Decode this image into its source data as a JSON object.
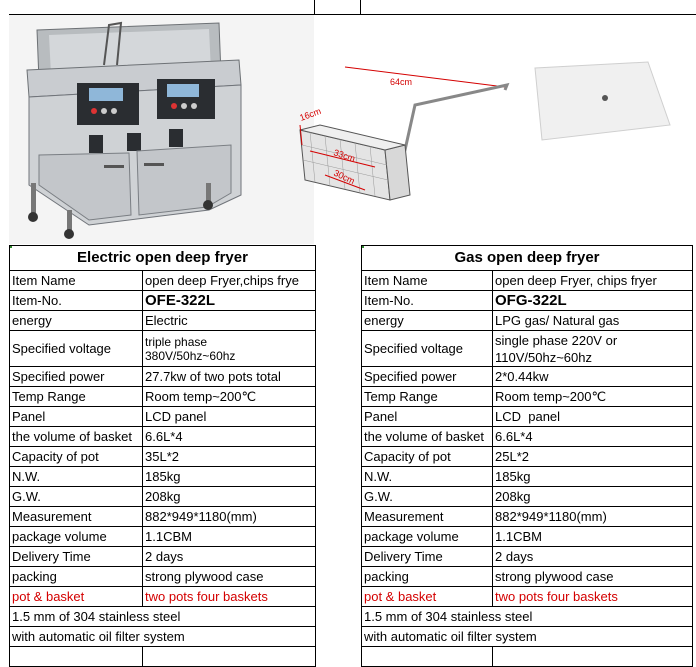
{
  "left": {
    "title": "Electric open deep fryer",
    "rows": [
      {
        "label": "Item Name",
        "value": "open deep Fryer,chips frye"
      },
      {
        "label": "Item-No.",
        "value": "OFE-322L"
      },
      {
        "label": "energy",
        "value": "Electric"
      },
      {
        "label": "Specified voltage",
        "value": "triple phase\n380V/50hz~60hz"
      },
      {
        "label": "Specified power",
        "value": "27.7kw of two pots total"
      },
      {
        "label": "Temp Range",
        "value": "Room temp~200℃"
      },
      {
        "label": "Panel",
        "value": "LCD panel"
      },
      {
        "label": "the volume of basket",
        "value": "6.6L*4"
      },
      {
        "label": "Capacity of pot",
        "value": "35L*2"
      },
      {
        "label": "N.W.",
        "value": "185kg"
      },
      {
        "label": "G.W.",
        "value": "208kg"
      },
      {
        "label": "Measurement",
        "value": "882*949*1180(mm)"
      },
      {
        "label": "package volume",
        "value": "1.1CBM"
      },
      {
        "label": "Delivery Time",
        "value": "2 days"
      },
      {
        "label": "packing",
        "value": "strong plywood case"
      },
      {
        "label": "pot & basket",
        "value": "two pots four baskets"
      }
    ],
    "notes": [
      "1.5 mm of 304 stainless steel",
      "with automatic oil filter system"
    ]
  },
  "right": {
    "title": "Gas open deep fryer",
    "rows": [
      {
        "label": "Item Name",
        "value": "open deep Fryer, chips fryer"
      },
      {
        "label": "Item-No.",
        "value": "OFG-322L"
      },
      {
        "label": "energy",
        "value": "LPG gas/ Natural gas"
      },
      {
        "label": "Specified voltage",
        "value": "single phase 220V or\n110V/50hz~60hz"
      },
      {
        "label": "Specified power",
        "value": "2*0.44kw"
      },
      {
        "label": "Temp Range",
        "value": "Room temp~200℃"
      },
      {
        "label": "Panel",
        "value": "LCD  panel"
      },
      {
        "label": "the volume of basket",
        "value": "6.6L*4"
      },
      {
        "label": "Capacity of pot",
        "value": "25L*2"
      },
      {
        "label": "N.W.",
        "value": "185kg"
      },
      {
        "label": "G.W.",
        "value": "208kg"
      },
      {
        "label": "Measurement",
        "value": "882*949*1180(mm)"
      },
      {
        "label": "package volume",
        "value": "1.1CBM"
      },
      {
        "label": "Delivery Time",
        "value": "2 days"
      },
      {
        "label": "packing",
        "value": "strong plywood case"
      },
      {
        "label": "pot & basket",
        "value": "two pots four baskets"
      }
    ],
    "notes": [
      "1.5 mm of 304 stainless steel",
      "with automatic oil filter system"
    ]
  },
  "basket_dims": {
    "length": "64cm",
    "height": "16cm",
    "width1": "33cm",
    "width2": "30cm"
  },
  "colors": {
    "highlight_text": "#d40000",
    "grid": "#000000"
  }
}
